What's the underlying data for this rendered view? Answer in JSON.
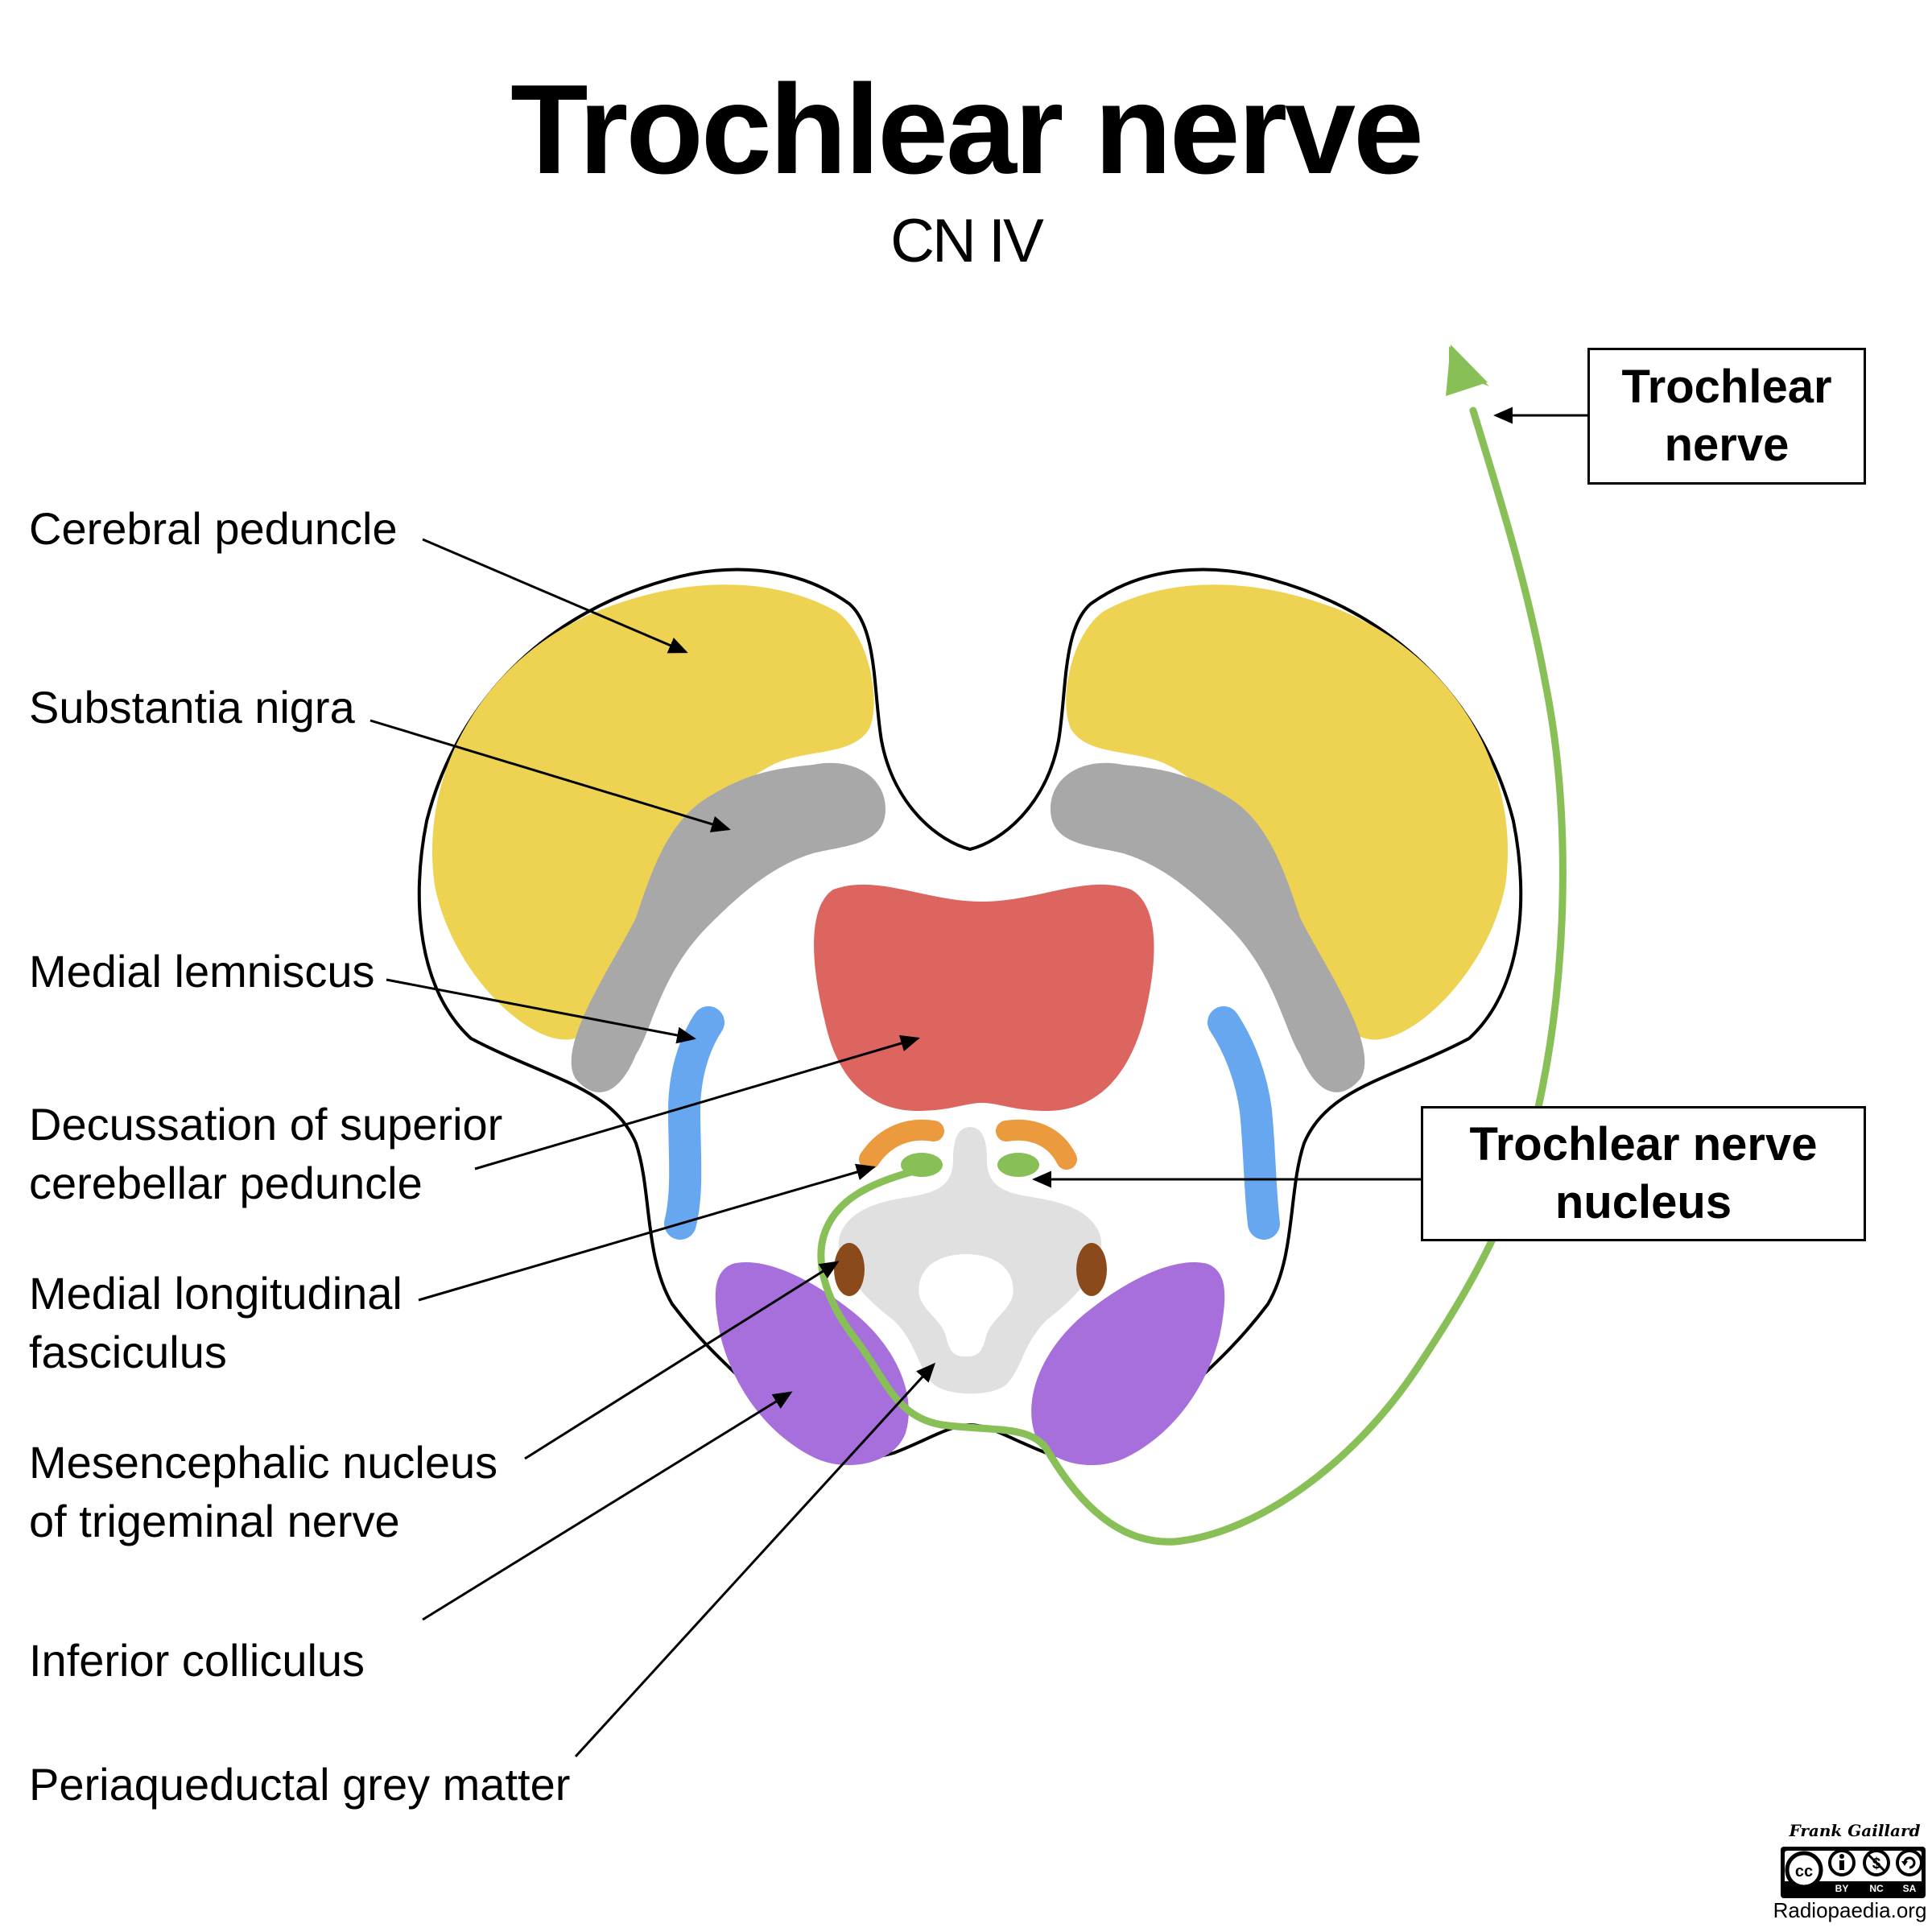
{
  "title": "Trochlear nerve",
  "subtitle": "CN IV",
  "labels": {
    "cerebral_peduncle": "Cerebral peduncle",
    "substantia_nigra": "Substantia nigra",
    "medial_lemniscus": "Medial lemniscus",
    "decussation_line1": "Decussation of superior",
    "decussation_line2": "cerebellar peduncle",
    "mlf_line1": "Medial longitudinal",
    "mlf_line2": "fasciculus",
    "mesencephalic_line1": "Mesencephalic nucleus",
    "mesencephalic_line2": "of trigeminal nerve",
    "inferior_colliculus": "Inferior colliculus",
    "periaqueductal": "Periaqueductal grey matter"
  },
  "boxes": {
    "nerve_line1": "Trochlear",
    "nerve_line2": "nerve",
    "nucleus_line1": "Trochlear nerve",
    "nucleus_line2": "nucleus"
  },
  "credit": {
    "author": "Frank Gaillard",
    "license_badge": "cc by-nc-sa",
    "badge_terms": [
      "BY",
      "NC",
      "SA"
    ],
    "site": "Radiopaedia.org"
  },
  "colors": {
    "cerebral_peduncle": "#eed353",
    "substantia_nigra": "#a8a8a8",
    "medial_lemniscus": "#67a7f0",
    "decussation": "#dc655f",
    "mlf": "#ec9a3e",
    "trochlear_nucleus": "#88c057",
    "trochlear_nerve": "#88c057",
    "mesencephalic_nucleus": "#8a4a1c",
    "inferior_colliculus": "#a66fdc",
    "periaqueductal_grey": "#e0e0e0",
    "outline": "#000000"
  }
}
